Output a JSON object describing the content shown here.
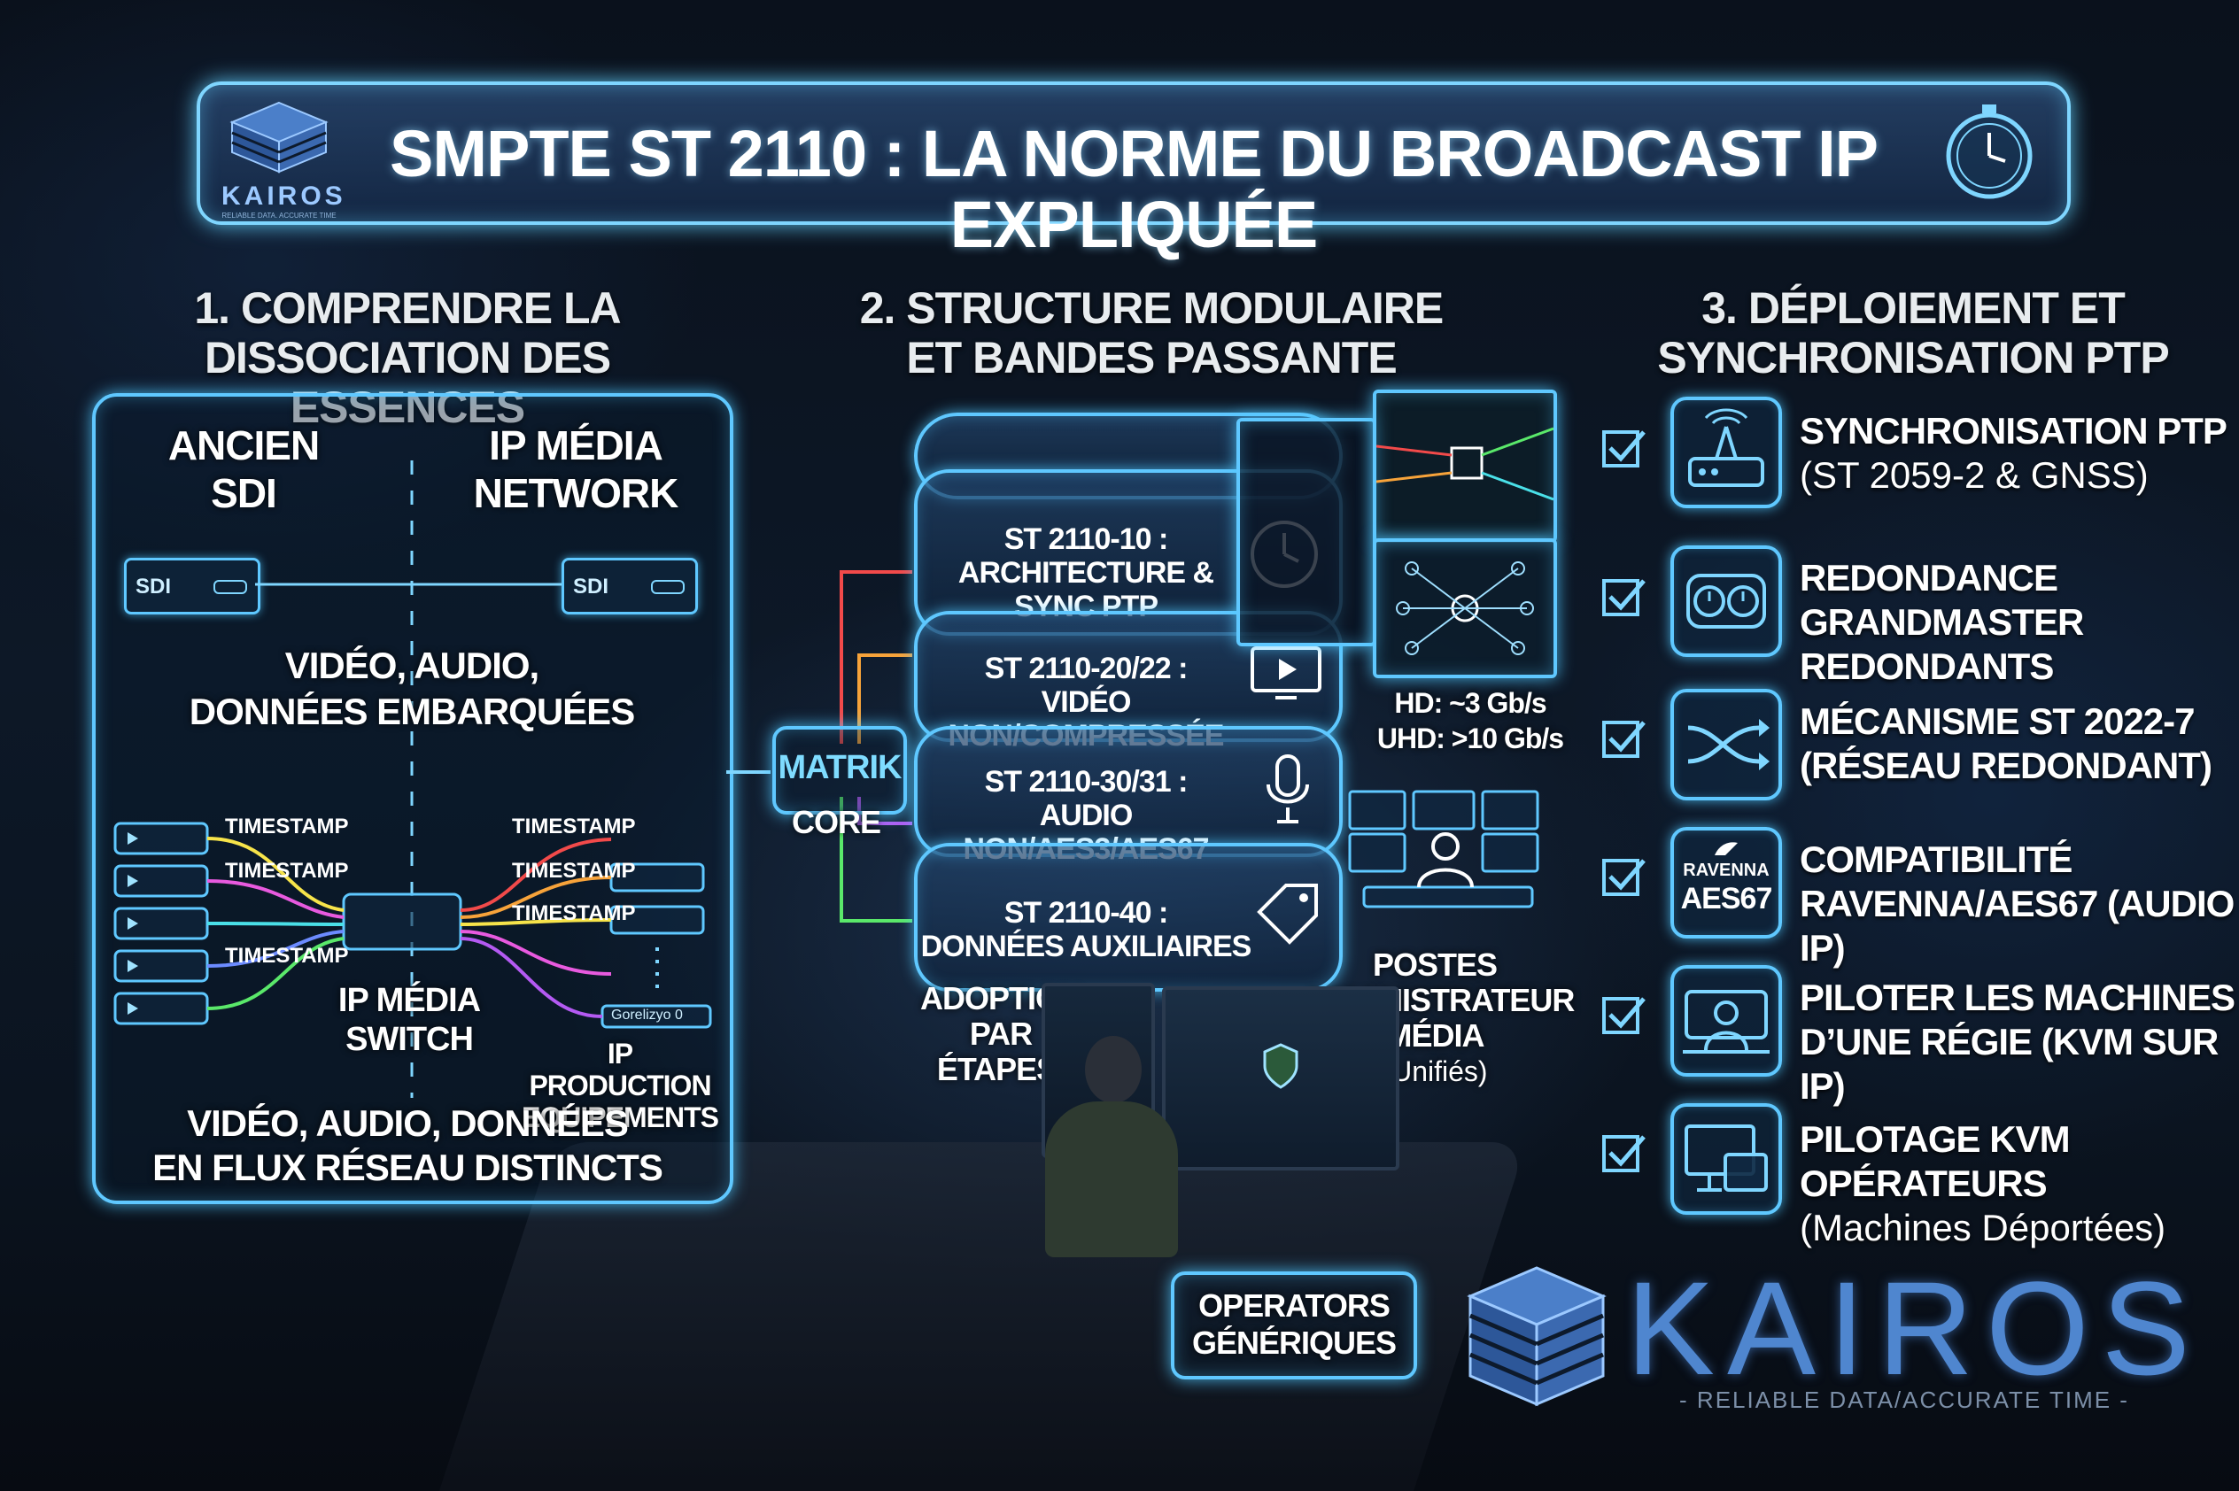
{
  "title": "SMPTE ST 2110 : LA NORME DU BROADCAST IP EXPLIQUÉE",
  "logo_small": {
    "name": "KAIROS",
    "tagline": "RELIABLE DATA. ACCURATE TIME"
  },
  "section1": {
    "heading": [
      "1. COMPRENDRE LA",
      "DISSOCIATION DES ESSENCES"
    ],
    "left_col": [
      "ANCIEN",
      "SDI"
    ],
    "right_col": [
      "IP MÉDIA",
      "NETWORK"
    ],
    "sdi_label": "SDI",
    "embedded": [
      "VIDÉO, AUDIO,",
      "DONNÉES EMBARQUÉES"
    ],
    "timestamp": "TIMESTAMP",
    "switch": [
      "IP MÉDIA",
      "SWITCH"
    ],
    "production": [
      "IP PRODUCTION",
      "EQUIPEMENTS"
    ],
    "device_tag": "Gorelizyo 0",
    "distinct": [
      "VIDÉO, AUDIO, DONNÉES",
      "EN FLUX RÉSEAU DISTINCTS"
    ]
  },
  "section2": {
    "heading": [
      "2. STRUCTURE MODULAIRE",
      "ET BANDES PASSANTE"
    ],
    "core": {
      "name": "MATRIK",
      "label": "CORE"
    },
    "layers": [
      [
        "ST 2110-10 :",
        "ARCHITECTURE &",
        "SYNC PTP"
      ],
      [
        "ST 2110-20/22 :",
        "VIDÉO NON/COMPRESSÉE"
      ],
      [
        "ST 2110-30/31 :",
        "AUDIO NON/AES3/AES67"
      ],
      [
        "ST 2110-40 :",
        "DONNÉES AUXILIAIRES"
      ]
    ],
    "bandwidth": [
      "HD: ~3 Gb/s",
      "UHD: >10 Gb/s"
    ],
    "adoption": [
      "ADOPTION",
      "PAR",
      "ÉTAPES."
    ],
    "postes": [
      "POSTES",
      "ADMINISTRATEUR",
      "MÉDIA",
      "(Unifiés)"
    ],
    "operators": [
      "OPERATORS",
      "GÉNÉRIQUES"
    ]
  },
  "section3": {
    "heading": [
      "3. DÉPLOIEMENT ET",
      "SYNCHRONISATION PTP"
    ],
    "items": [
      {
        "icon": "ptp-tower-icon",
        "lines": [
          "SYNCHRONISATION PTP",
          "(ST 2059-2 & GNSS)"
        ]
      },
      {
        "icon": "redundant-clocks-icon",
        "lines": [
          "REDONDANCE",
          "GRANDMASTER REDONDANTS"
        ]
      },
      {
        "icon": "shuffle-icon",
        "lines": [
          "MÉCANISME ST 2022-7",
          "(RÉSEAU REDONDANT)"
        ]
      },
      {
        "icon": "ravenna-aes67-icon",
        "lines": [
          "COMPATIBILITÉ",
          "RAVENNA/AES67 (AUDIO IP)"
        ],
        "badge": [
          "RAVENNA",
          "AES67"
        ]
      },
      {
        "icon": "operator-desk-icon",
        "lines": [
          "PILOTER LES MACHINES",
          "D’UNE RÉGIE (KVM SUR IP)"
        ]
      },
      {
        "icon": "kvm-screens-icon",
        "lines": [
          "PILOTAGE KVM OPÉRATEURS",
          "(Machines Déportées)"
        ]
      }
    ]
  },
  "logo_large": {
    "name": "KAIROS",
    "tagline": "- RELIABLE DATA/ACCURATE TIME -"
  },
  "colors": {
    "accent": "#5fc8ff",
    "title_bg": "#24426a",
    "bg": "#0b1420"
  }
}
